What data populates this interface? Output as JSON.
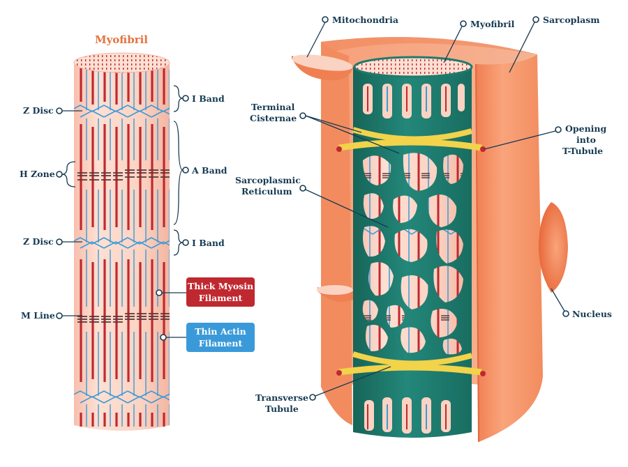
{
  "left": {
    "title": "Myofibril",
    "labels": {
      "z_disc_top": "Z Disc",
      "h_zone": "H Zone",
      "z_disc_bottom": "Z Disc",
      "m_line": "M Line",
      "i_band_top": "I Band",
      "a_band": "A Band",
      "i_band_bottom": "I Band"
    },
    "legend": {
      "thick_line1": "Thick Myosin",
      "thick_line2": "Filament",
      "thin_line1": "Thin Actin",
      "thin_line2": "Filament"
    }
  },
  "right": {
    "labels": {
      "mitochondria": "Mitochondria",
      "myofibril": "Myofibril",
      "sarcoplasm": "Sarcoplasm",
      "terminal_1": "Terminal",
      "terminal_2": "Cisternae",
      "sr_1": "Sarcoplasmic",
      "sr_2": "Reticulum",
      "opening_1": "Opening",
      "opening_2": "into",
      "opening_3": "T-Tubule",
      "nucleus": "Nucleus",
      "tt_1": "Transverse",
      "tt_2": "Tubule"
    }
  },
  "colors": {
    "label_text": "#163a52",
    "title": "#e2733f",
    "myosin": "#c0282f",
    "actin": "#3a9ad9",
    "fiber_pink": "#fbd3c3",
    "sarcoplasm_orange": "#f5956a",
    "reticulum_teal": "#1f7a6c",
    "tubule_yellow": "#f2d34a"
  }
}
